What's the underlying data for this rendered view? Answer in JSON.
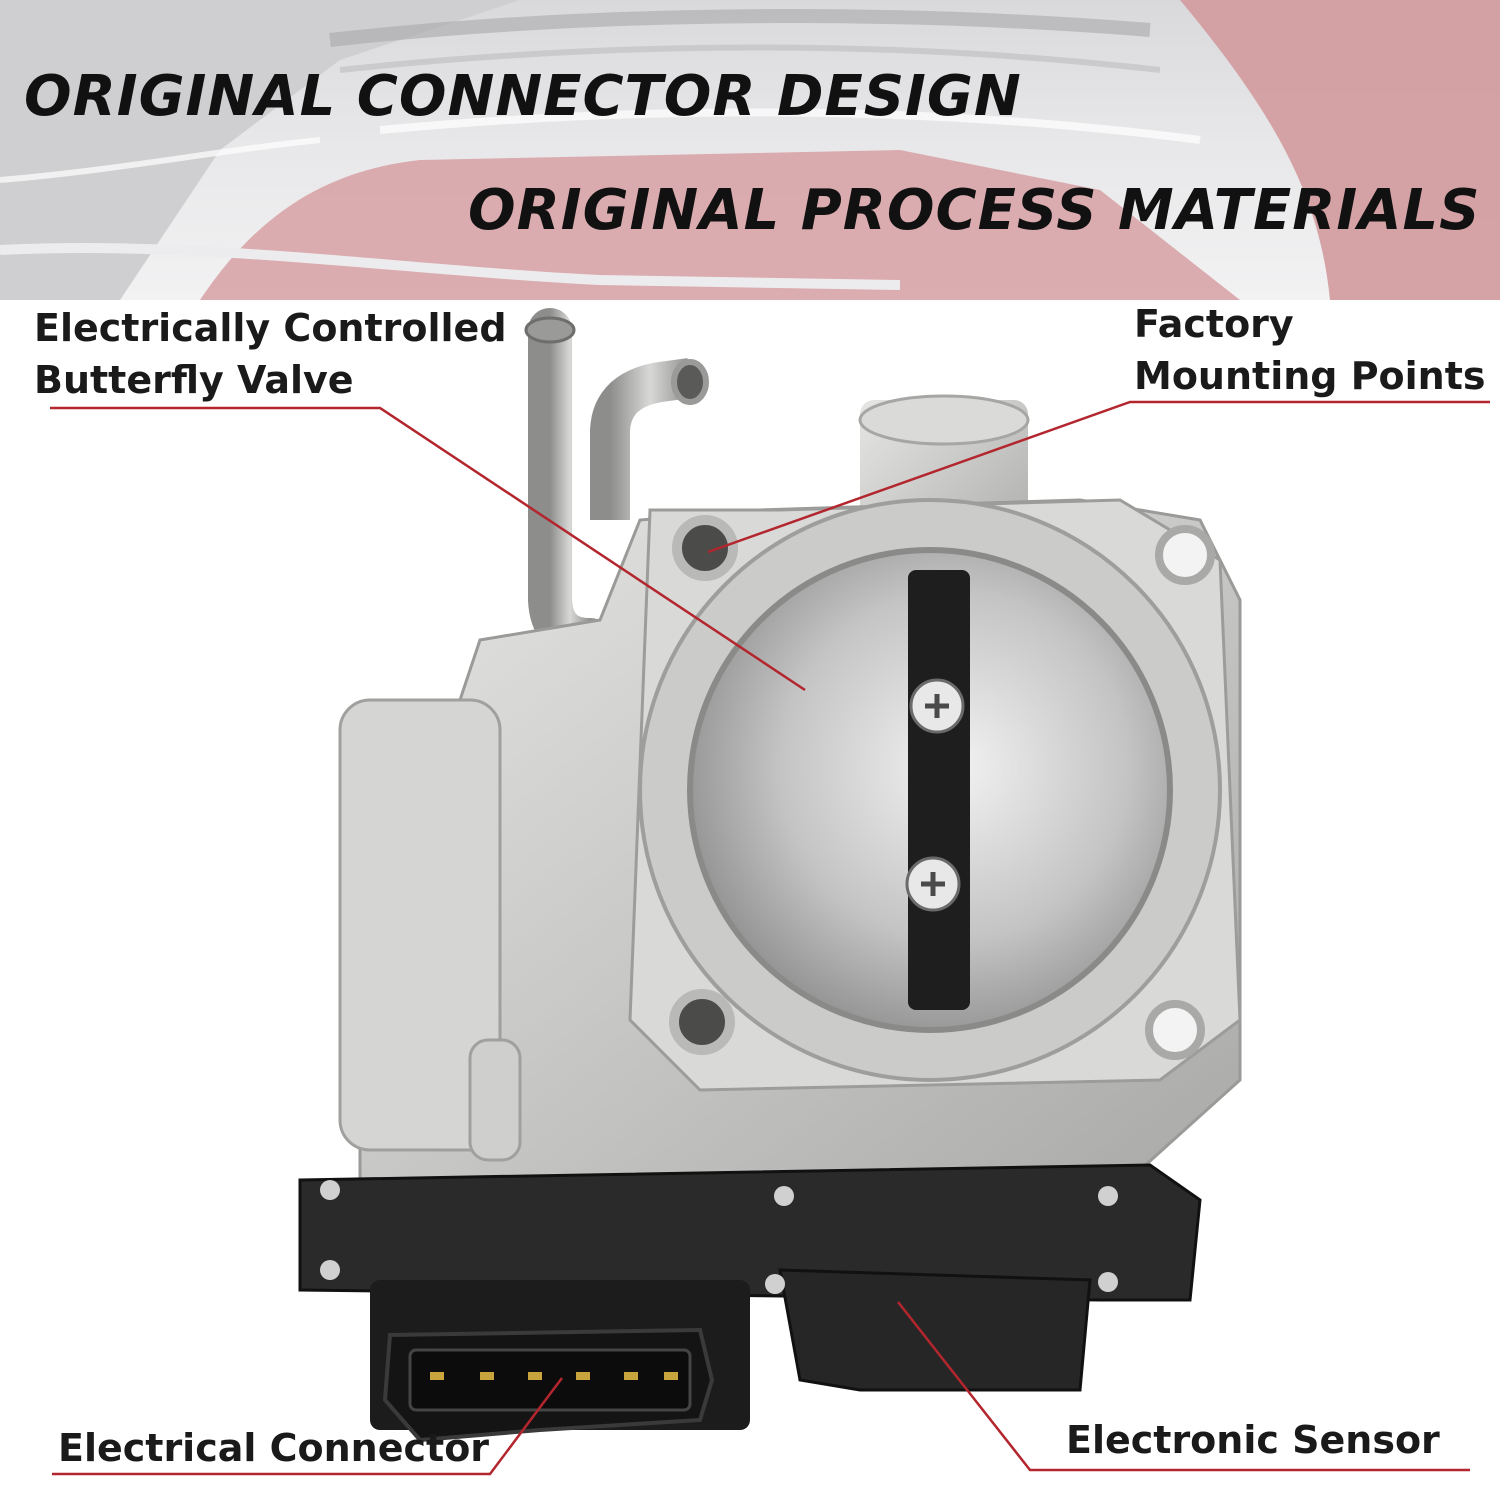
{
  "banner": {
    "headline_1": "ORIGINAL CONNECTOR DESIGN",
    "headline_2": "ORIGINAL PROCESS MATERIALS"
  },
  "callouts": {
    "butterfly_valve": {
      "line_1": "Electrically Controlled",
      "line_2": "Butterfly Valve"
    },
    "mounting_points": {
      "line_1": "Factory",
      "line_2": "Mounting Points"
    },
    "electrical_connector": {
      "line_1": "Electrical Connector"
    },
    "electronic_sensor": {
      "line_1": "Electronic Sensor"
    }
  },
  "colors": {
    "leader_line": "#b3262e",
    "headline_text": "#111111",
    "banner_red": "#c9474d",
    "metal": "#c9c9c7",
    "plastic": "#222222"
  }
}
